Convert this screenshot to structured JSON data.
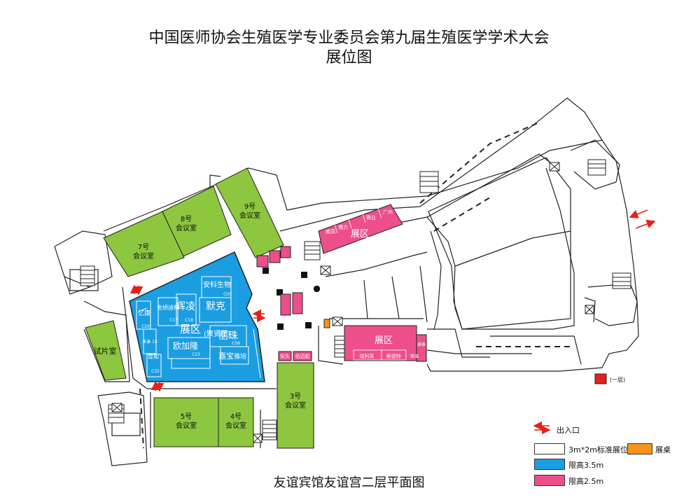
{
  "header": {
    "title": "中国医师协会生殖医学专业委员会第九届生殖医学学术大会",
    "subtitle": "展位图"
  },
  "footer": {
    "caption": "友谊宾馆友谊宫二层平面图"
  },
  "colors": {
    "green": "#8dc63f",
    "blue": "#1b9de2",
    "pink": "#ec4f8c",
    "orange": "#f7941d",
    "red": "#e2231a"
  },
  "rooms": {
    "r7_name": "7号",
    "r7_type": "会议室",
    "r8_name": "8号",
    "r8_type": "会议室",
    "r9_name": "9号",
    "r9_type": "会议室",
    "r5_name": "5号",
    "r5_type": "会议室",
    "r4_name": "4号",
    "r4_type": "会议室",
    "r3_name": "3号",
    "r3_type": "会议室",
    "trial": "试片室"
  },
  "hall_blue": {
    "label": "展区",
    "sublabel": "(聚贤厅)",
    "booths": {
      "anke": "安科生物",
      "c05": "C05",
      "huiling": "辉凌",
      "c18": "C18",
      "jinyan": "金妍迪科",
      "c17": "C17",
      "yikang": "亿康",
      "c20": "C20",
      "muke": "默克",
      "oujialong": "欧加隆",
      "c23": "C23",
      "lizhu": "丽珠",
      "c09": "C09",
      "jiabao": "嘉宝",
      "yabei": "雅培",
      "yuhe": "育和",
      "c32": "C32",
      "small": "禾泰 15"
    }
  },
  "hall_pink_top": {
    "label": "展区",
    "booths": [
      "威高",
      "博力",
      "赛业",
      "广州"
    ]
  },
  "hall_pink_bottom": {
    "label": "展区",
    "booths": [
      "瑞利芙",
      "奥锐特",
      "赛诺"
    ],
    "side": "康泰"
  },
  "small_booths": [
    "安久",
    "佰迈起"
  ],
  "floor_tag": "(一层)",
  "legend": {
    "entrance": "出入口",
    "standard": "3m*2m标准展位",
    "desk": "展桌",
    "h35": "限高3.5m",
    "h25": "限高2.5m"
  }
}
